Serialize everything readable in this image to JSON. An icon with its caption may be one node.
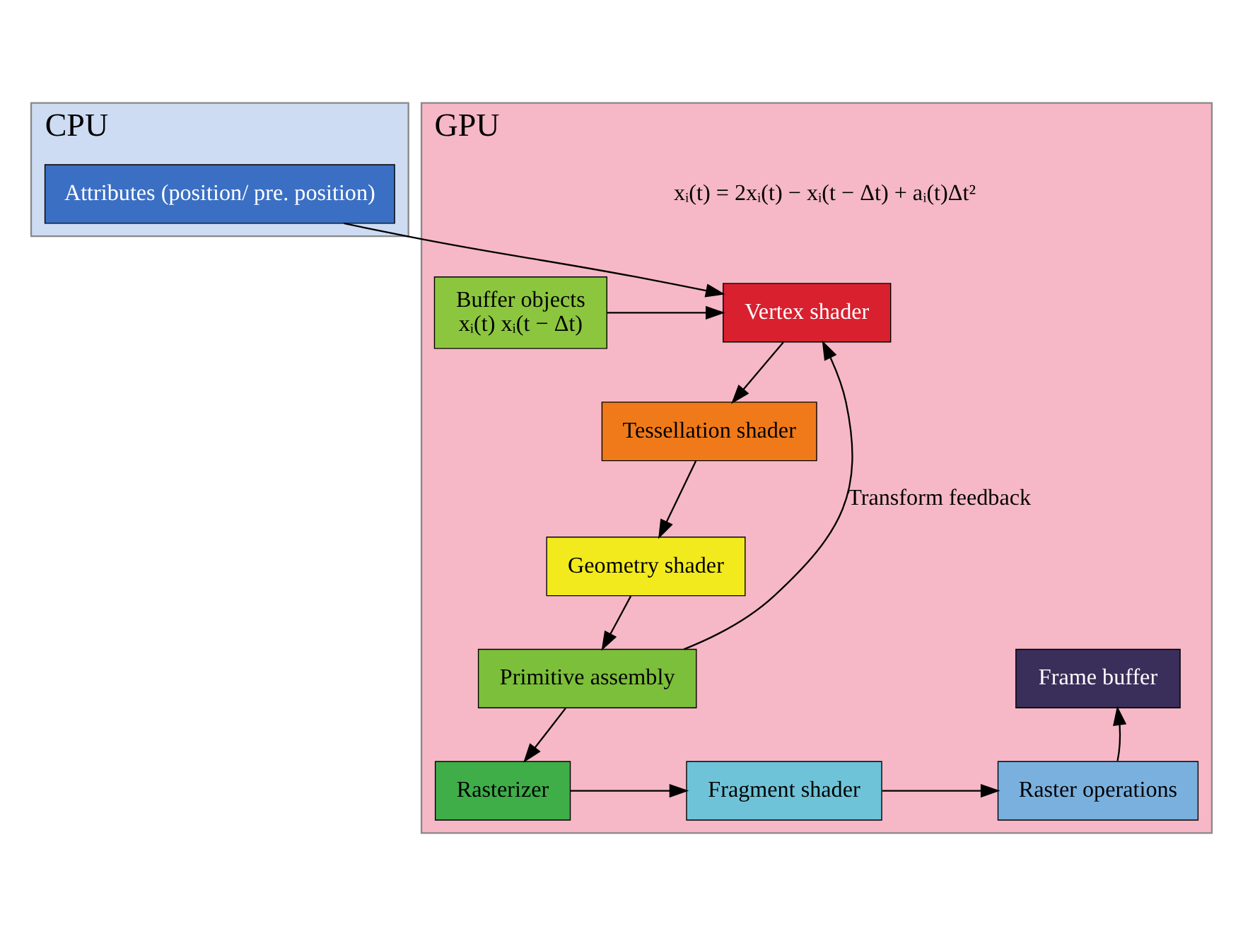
{
  "diagram": {
    "nodes": [
      {
        "text": [
          "CPU"
        ]
      },
      {
        "text": [
          "Attributes (position/ pre. position)"
        ],
        "in": 0
      },
      {
        "text": [
          "GPU"
        ]
      },
      {
        "text": [
          "Buffer objects",
          "xᵢ(t) xᵢ(t − Δt)"
        ],
        "in": 2
      },
      {
        "text": [
          "Vertex shader"
        ],
        "in": 2
      },
      {
        "text": [
          "Tessellation shader"
        ],
        "in": 2
      },
      {
        "text": [
          "Geometry shader"
        ],
        "in": 2
      },
      {
        "text": [
          "Primitive assembly"
        ],
        "in": 2
      },
      {
        "text": [
          "Frame buffer"
        ],
        "in": 2
      },
      {
        "text": [
          "Raster operations"
        ],
        "in": 2
      },
      {
        "text": [
          "Fragment shader"
        ],
        "in": 2
      },
      {
        "text": [
          "Rasterizer"
        ],
        "in": 2
      }
    ],
    "edges": [
      {
        "from": 1,
        "to": 4,
        "arrow": "to"
      },
      {
        "from": 3,
        "to": 4,
        "arrow": "to"
      },
      {
        "from": 4,
        "to": 5,
        "arrow": "to"
      },
      {
        "from": 5,
        "to": 6,
        "arrow": "to"
      },
      {
        "from": 6,
        "to": 7,
        "arrow": "to"
      },
      {
        "from": 7,
        "to": 11,
        "arrow": "to"
      },
      {
        "from": 7,
        "to": 4,
        "arrow": "to",
        "label": "Transform feedback"
      },
      {
        "from": 11,
        "to": 10,
        "arrow": "to"
      },
      {
        "from": 10,
        "to": 9,
        "arrow": "to"
      },
      {
        "from": 9,
        "to": 8,
        "arrow": "to"
      }
    ],
    "labels": [
      "xᵢ(t) = 2xᵢ(t) − xᵢ(t − Δt) + aᵢ(t)Δt²"
    ]
  }
}
